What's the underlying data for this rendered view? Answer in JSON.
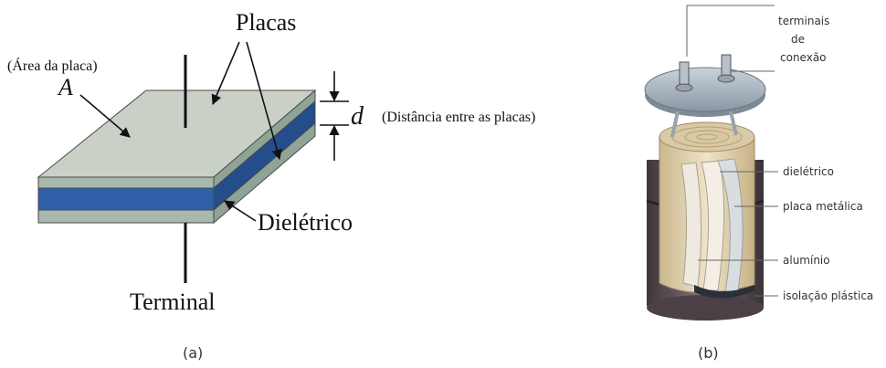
{
  "panel_a": {
    "title_placas": "Placas",
    "area_label": "(Área da placa)",
    "area_symbol": "A",
    "distance_symbol": "d",
    "distance_label": "(Distância entre as placas)",
    "dielectric_label": "Dielétrico",
    "terminal_label": "Terminal",
    "caption": "(a)"
  },
  "panel_b": {
    "terminals_line1": "terminais",
    "terminals_line2": "de",
    "terminals_line3": "conexão",
    "dielectric": "dielétrico",
    "metal_plate": "placa metálica",
    "aluminum": "alumínio",
    "plastic_insulation": "isolação plástica",
    "caption": "(b)"
  },
  "colors": {
    "plate_top": "#c9d0c6",
    "plate_side": "#9fb0a4",
    "dielectric": "#2f5fa8",
    "dielectric_side": "#244d8c",
    "cap_body": "#5a4f55",
    "foil": "#e9dcc0"
  }
}
